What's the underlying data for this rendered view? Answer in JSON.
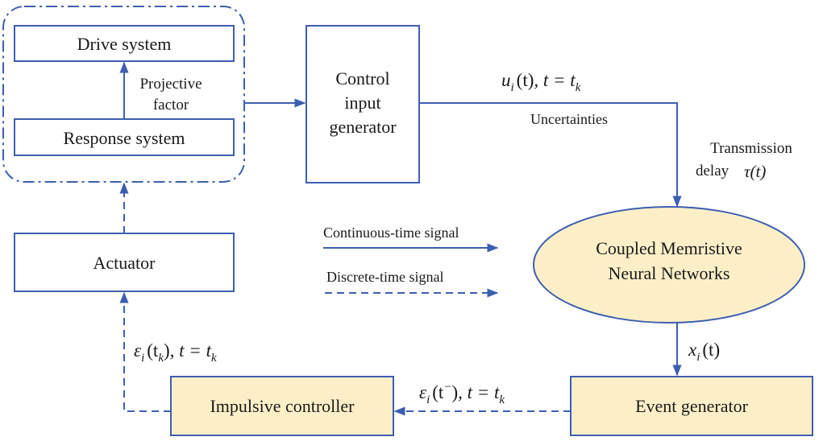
{
  "colors": {
    "line": "#3d5fb0",
    "highlight_fill": "#fcefc8",
    "text": "#1a1a1a"
  },
  "nodes": {
    "drive_system": "Drive system",
    "response_system": "Response system",
    "projective_factor": [
      "Projective",
      "factor"
    ],
    "control_input_generator": [
      "Control",
      "input",
      "generator"
    ],
    "actuator": "Actuator",
    "coupled_memristive_nn": [
      "Coupled Memristive",
      "Neural Networks"
    ],
    "event_generator": "Event generator",
    "impulsive_controller": "Impulsive controller"
  },
  "edge_labels": {
    "control_output": {
      "var": "u",
      "sub": "i",
      "arg": "(t)",
      "cond": ", t = t",
      "cond_sub": "k"
    },
    "uncertainties": "Uncertainties",
    "transmission": [
      "Transmission",
      "delay"
    ],
    "tau": "τ(t)",
    "state": {
      "var": "x",
      "sub": "i",
      "arg": "(t)"
    },
    "event_error": {
      "var": "ε",
      "sub": "i",
      "arg": "(t",
      "sup": "−",
      "close": ")",
      "cond": ", t = t",
      "cond_sub": "k"
    },
    "impulse_error": {
      "var": "ε",
      "sub": "i",
      "arg": "(t",
      "arg_sub": "k",
      "close": ")",
      "cond": ", t = t",
      "cond_sub": "k"
    }
  },
  "legend": {
    "continuous": "Continuous-time signal",
    "discrete": "Discrete-time signal"
  }
}
